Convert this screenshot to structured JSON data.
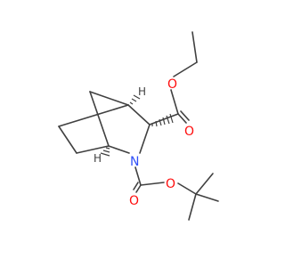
{
  "molecule": {
    "atoms": {
      "o_ester_ether": "O",
      "o_ester_carbonyl": "O",
      "n_ring": "N",
      "o_boc_carbonyl": "O",
      "o_boc_ether": "O",
      "h_upper": "H",
      "h_lower": "H"
    }
  },
  "colors": {
    "bond": "#404040",
    "oxygen": "#ff0d0d",
    "nitrogen": "#3050f8"
  }
}
